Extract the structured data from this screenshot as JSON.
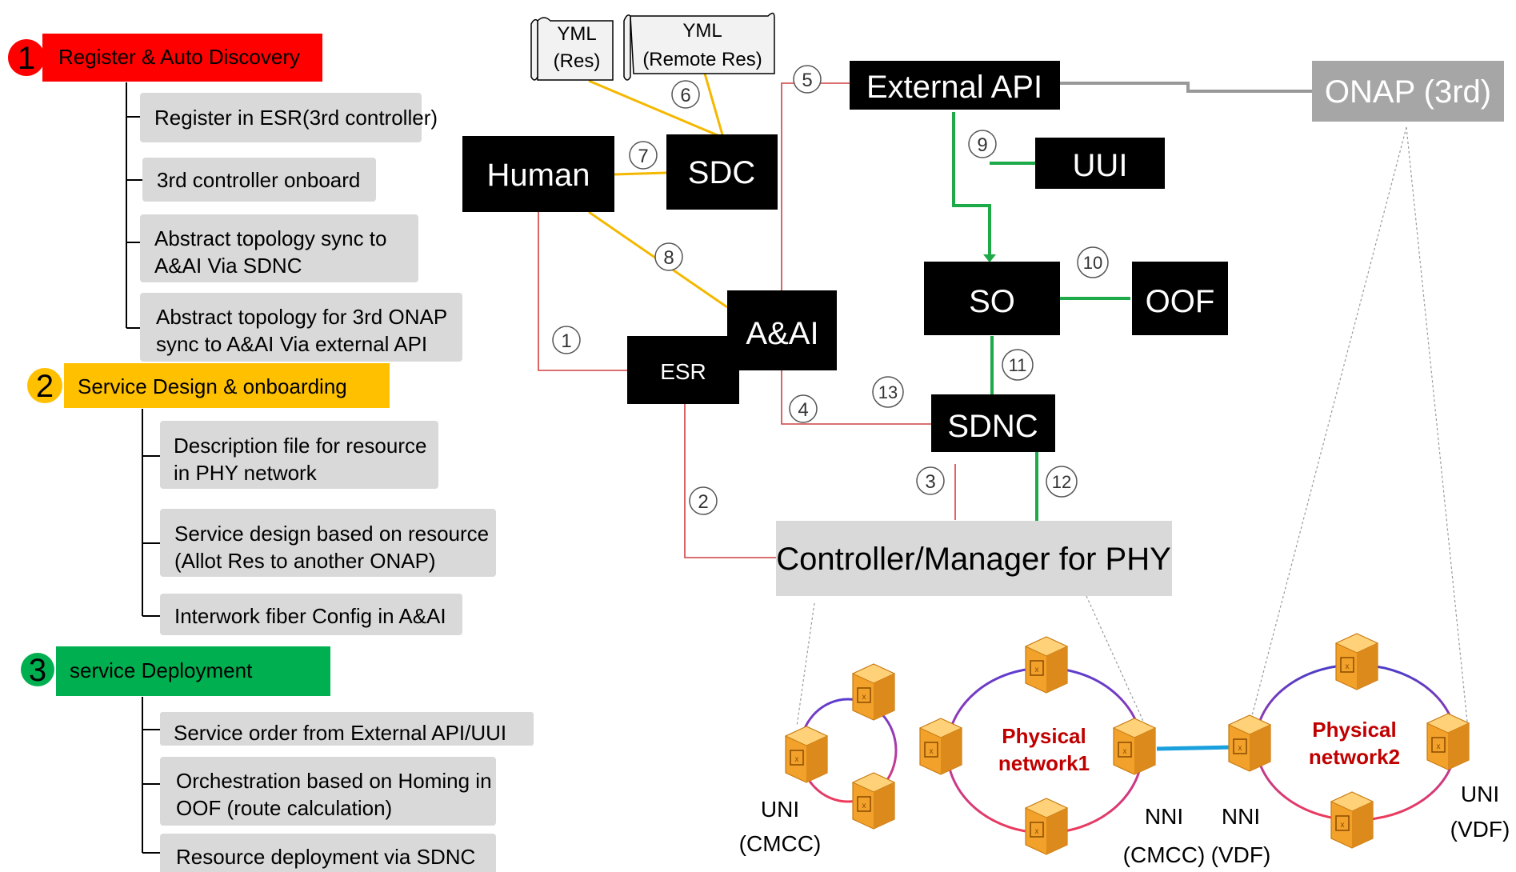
{
  "sections": [
    {
      "number": "1",
      "title": "Register & Auto Discovery",
      "color": "#ff0000",
      "items": [
        [
          "Register in ESR(3rd controller)"
        ],
        [
          "3rd controller onboard"
        ],
        [
          "Abstract topology sync to",
          "A&AI Via SDNC"
        ],
        [
          "Abstract topology for 3rd ONAP",
          "sync to A&AI Via external API"
        ]
      ]
    },
    {
      "number": "2",
      "title": "Service Design & onboarding",
      "color": "#ffc000",
      "items": [
        [
          "Description file for resource",
          "in PHY network"
        ],
        [
          "Service design based on resource",
          "(Allot Res to another ONAP)"
        ],
        [
          "Interwork fiber Config in A&AI"
        ]
      ]
    },
    {
      "number": "3",
      "title": "service Deployment",
      "color": "#00b050",
      "items": [
        [
          "Service order from External API/UUI"
        ],
        [
          "Orchestration based on Homing in",
          "OOF (route calculation)"
        ],
        [
          "Resource deployment via SDNC"
        ]
      ]
    }
  ],
  "components": {
    "yml_res": [
      "YML",
      "(Res)"
    ],
    "yml_remote": [
      "YML",
      "(Remote Res)"
    ],
    "human": "Human",
    "sdc": "SDC",
    "external_api": "External API",
    "onap3rd": "ONAP (3rd)",
    "uui": "UUI",
    "so": "SO",
    "oof": "OOF",
    "aai": "A&AI",
    "esr": "ESR",
    "sdnc": "SDNC",
    "controller": "Controller/Manager for PHY"
  },
  "step_labels": [
    "1",
    "2",
    "3",
    "4",
    "5",
    "6",
    "7",
    "8",
    "9",
    "10",
    "11",
    "12",
    "13"
  ],
  "networks": {
    "net1": [
      "Physical",
      "network1"
    ],
    "net2": [
      "Physical",
      "network2"
    ]
  },
  "endpoints": {
    "uni_cmcc": [
      "UNI",
      "(CMCC)"
    ],
    "nni_cmcc": [
      "NNI",
      "(CMCC)"
    ],
    "nni_vdf": [
      "NNI",
      "(VDF)"
    ],
    "uni_vdf": [
      "UNI",
      "(VDF)"
    ]
  },
  "colors": {
    "red_line": "#d04040",
    "yellow_line": "#f5b800",
    "green_line": "#1faa4a",
    "blue_link": "#1aa0dd",
    "grey_box": "#d9d9d9",
    "black_box": "#000000",
    "network_label": "#c00000",
    "switch_fill": "#f5a623"
  }
}
